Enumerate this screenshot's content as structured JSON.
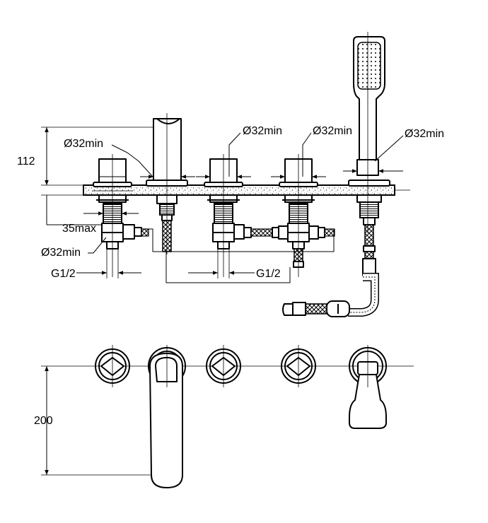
{
  "dimensions": {
    "height_above_deck": "112",
    "max_deck_thickness": "35max",
    "hole_valve_left": "Ø32min",
    "hole_spout": "Ø32min",
    "hole_valve_middle": "Ø32min",
    "hole_valve_right": "Ø32min",
    "hole_shower": "Ø32min",
    "thread_left": "G1/2",
    "thread_middle": "G1/2",
    "plan_depth": "200"
  }
}
